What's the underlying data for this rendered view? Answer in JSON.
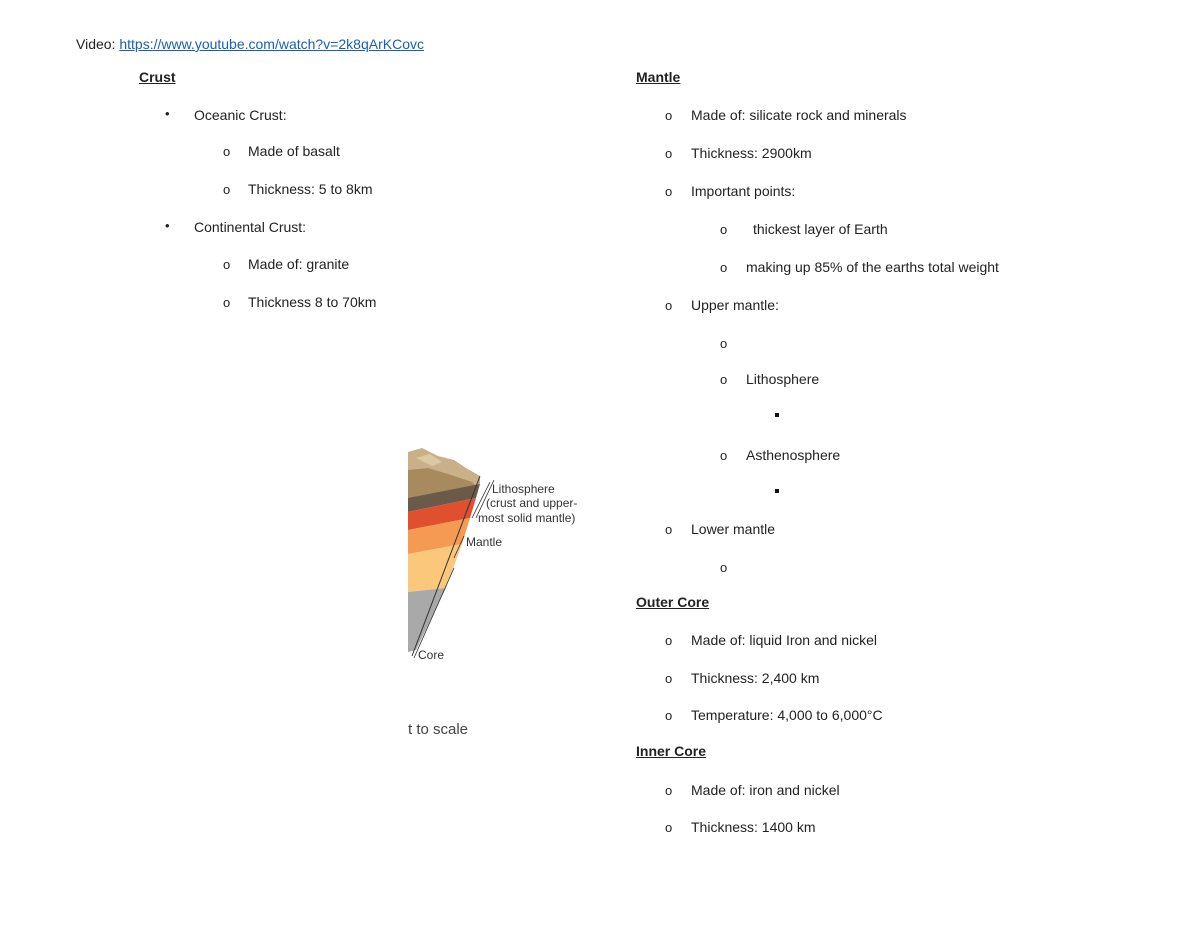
{
  "video": {
    "label": "Video:",
    "url": "https://www.youtube.com/watch?v=2k8qArKCovc"
  },
  "crust": {
    "heading": "Crust",
    "oceanic": {
      "label": "Oceanic Crust:",
      "items": [
        "Made of basalt",
        "Thickness: 5 to 8km"
      ]
    },
    "continental": {
      "label": "Continental Crust:",
      "items": [
        "Made of: granite",
        "Thickness 8 to 70km"
      ]
    }
  },
  "mantle": {
    "heading": "Mantle",
    "made_of": "Made of: silicate rock and minerals",
    "thickness": "Thickness:  2900km",
    "important": {
      "label": "Important points:",
      "items": [
        "thickest layer of Earth",
        "making up 85% of the earths total weight"
      ]
    },
    "upper": {
      "label": "Upper mantle:",
      "lithosphere": "Lithosphere",
      "asthenosphere": "Asthenosphere"
    },
    "lower": {
      "label": "Lower mantle"
    }
  },
  "outer_core": {
    "heading": "Outer Core",
    "items": [
      "Made of: liquid Iron and nickel",
      "Thickness: 2,400 km",
      "Temperature: 4,000 to 6,000°C"
    ]
  },
  "inner_core": {
    "heading": "Inner Core",
    "items": [
      "Made of: iron and nickel",
      "Thickness: 1400 km"
    ]
  },
  "diagram": {
    "lithosphere_label": [
      "Lithosphere",
      "(crust and upper-",
      "most solid mantle)"
    ],
    "mantle_label": "Mantle",
    "core_label": "Core",
    "scale_note": "t to scale"
  },
  "glyphs": {
    "bullet": "•",
    "circle": "o"
  }
}
